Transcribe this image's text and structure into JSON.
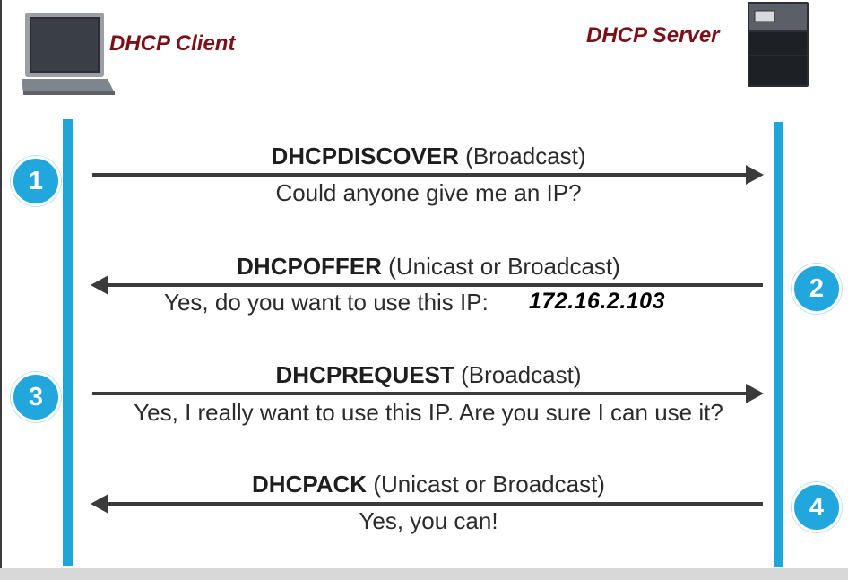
{
  "actors": {
    "client": {
      "name": "DHCP Client",
      "icon": "laptop-icon"
    },
    "server": {
      "name": "DHCP Server",
      "icon": "server-icon"
    }
  },
  "colors": {
    "lifeline": "#1fa6d8",
    "step_badge": "#22a7dc",
    "arrow": "#3b3b3b",
    "actor_name": "#7a1018"
  },
  "messages": [
    {
      "step": "1",
      "direction": "client-to-server",
      "name": "DHCPDISCOVER",
      "mode": "(Broadcast)",
      "text": "Could anyone give me an IP?"
    },
    {
      "step": "2",
      "direction": "server-to-client",
      "name": "DHCPOFFER",
      "mode": "(Unicast or Broadcast)",
      "text": "Yes, do you want to use this IP:",
      "ip": "172.16.2.103"
    },
    {
      "step": "3",
      "direction": "client-to-server",
      "name": "DHCPREQUEST",
      "mode": "(Broadcast)",
      "text": "Yes, I really want to use this IP. Are you sure I can use it?"
    },
    {
      "step": "4",
      "direction": "server-to-client",
      "name": "DHCPACK",
      "mode": "(Unicast or Broadcast)",
      "text": "Yes, you can!"
    }
  ]
}
